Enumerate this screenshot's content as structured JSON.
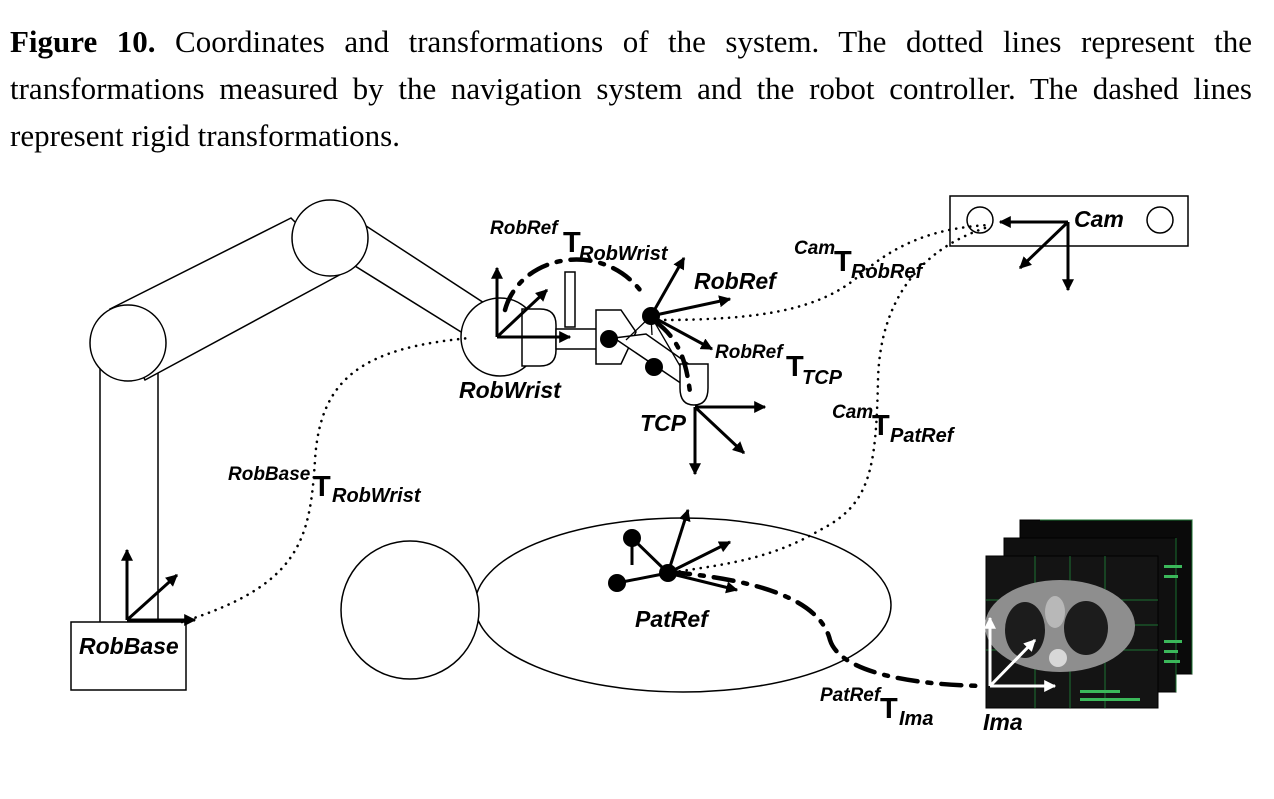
{
  "caption": {
    "figure_label": "Figure 10.",
    "text": " Coordinates and transformations of the system. The dotted lines represent the transformations measured by the navigation system and the robot controller. The dashed lines represent rigid transformations."
  },
  "frames": {
    "robbase": "RobBase",
    "robwrist": "RobWrist",
    "robref": "RobRef",
    "tcp": "TCP",
    "cam": "Cam",
    "patref": "PatRef",
    "ima": "Ima"
  },
  "transforms": {
    "robref_robwrist": {
      "sup": "RobRef",
      "T": "T",
      "sub": "RobWrist"
    },
    "cam_robref": {
      "sup": "Cam",
      "T": "T",
      "sub": "RobRef"
    },
    "robref_tcp": {
      "sup": "RobRef",
      "T": "T",
      "sub": "TCP"
    },
    "cam_patref": {
      "sup": "Cam",
      "T": "T",
      "sub": "PatRef"
    },
    "robbase_robwrist": {
      "sup": "RobBase",
      "T": "T",
      "sub": "RobWrist"
    },
    "patref_ima": {
      "sup": "PatRef",
      "T": "T",
      "sub": "Ima"
    }
  }
}
